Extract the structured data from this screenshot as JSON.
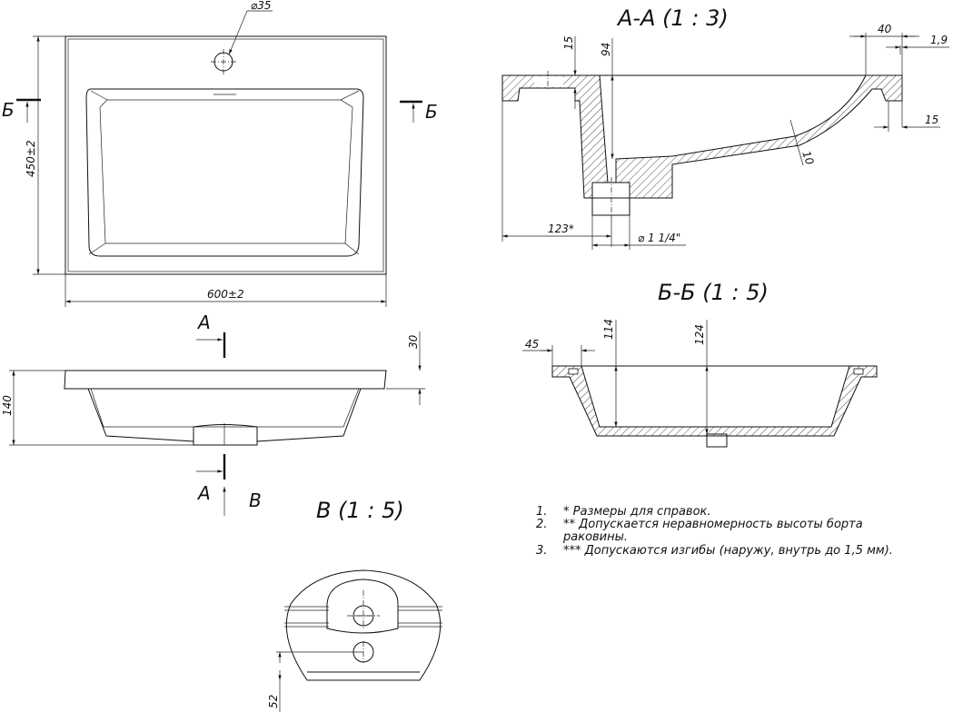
{
  "plan_view": {
    "dim_hole": "⌀35",
    "dim_width": "600±2",
    "dim_depth": "450±2",
    "section_mark_left": "Б",
    "section_mark_right": "Б"
  },
  "front_view": {
    "dim_height": "140",
    "dim_rim": "30",
    "section_mark_top": "А",
    "section_mark_bottom": "А",
    "view_mark": "В"
  },
  "section_aa": {
    "title": "А-А (1 : 3)",
    "dim_15_top": "15",
    "dim_94": "94",
    "dim_40": "40",
    "dim_1_9": "1,9",
    "dim_15_right": "15",
    "dim_10": "10",
    "dim_123": "123*",
    "dim_drain": "⌀ 1 1/4\""
  },
  "section_bb": {
    "title": "Б-Б (1 : 5)",
    "dim_45": "45",
    "dim_114": "114",
    "dim_124": "124"
  },
  "detail_b": {
    "title": "В (1 : 5)",
    "dim_52": "52"
  },
  "notes": [
    {
      "num": "1.",
      "text": "*  Размеры для справок."
    },
    {
      "num": "2.",
      "text": "** Допускается неравномерность высоты борта"
    },
    {
      "num": "",
      "text": "раковины."
    },
    {
      "num": "3.",
      "text": "*** Допускаются изгибы (наружу, внутрь до 1,5 мм)."
    }
  ]
}
